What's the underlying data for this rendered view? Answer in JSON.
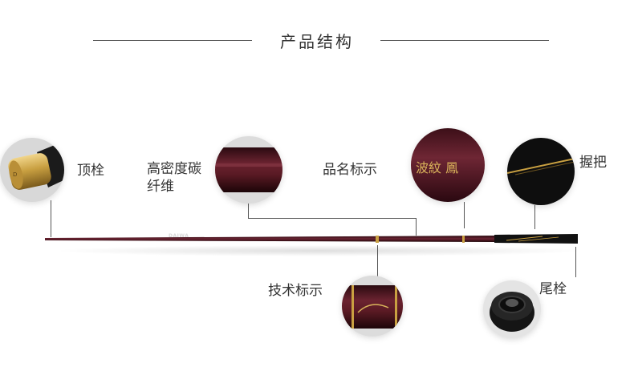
{
  "section_title": "产品结构",
  "labels": {
    "top_cap": "顶栓",
    "carbon_line1": "高密度碳",
    "carbon_line2": "纤维",
    "product_name": "品名标示",
    "grip": "握把",
    "tech_mark": "技术标示",
    "butt_cap": "尾栓"
  },
  "rod_brand_mark": "DAIWA",
  "product_name_text": "波紋 鳳",
  "colors": {
    "rod_wine": "#5a1a24",
    "rod_black": "#111111",
    "gold": "#c9a041",
    "line": "#555555"
  },
  "icons": [
    "top-cap-closeup",
    "carbon-fiber-closeup",
    "product-name-closeup",
    "grip-closeup",
    "tech-mark-closeup",
    "butt-cap-closeup"
  ]
}
